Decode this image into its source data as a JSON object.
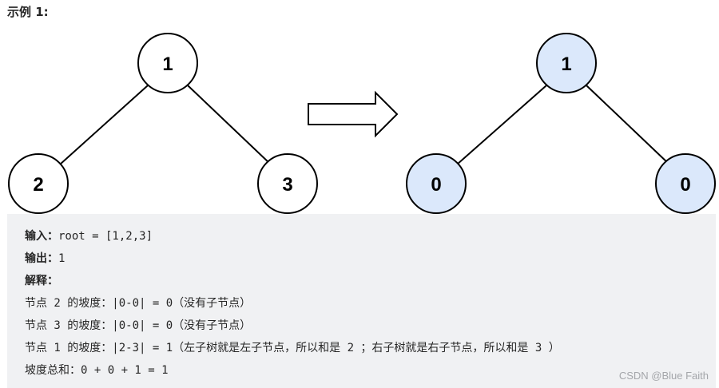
{
  "example_title": "示例 1:",
  "tree_before": {
    "root": "1",
    "left": "2",
    "right": "3"
  },
  "tree_after": {
    "root": "1",
    "left": "0",
    "right": "0"
  },
  "colors": {
    "node_after_fill": "#dbe8fb",
    "code_background": "#f0f1f3"
  },
  "code": {
    "input_label": "输入：",
    "input_value": "root = [1,2,3]",
    "output_label": "输出：",
    "output_value": "1",
    "explanation_label": "解释：",
    "lines": [
      "节点 2 的坡度：|0-0| = 0（没有子节点）",
      "节点 3 的坡度：|0-0| = 0（没有子节点）",
      "节点 1 的坡度：|2-3| = 1（左子树就是左子节点，所以和是 2 ；右子树就是右子节点，所以和是 3 ）",
      "坡度总和：0 + 0 + 1 = 1"
    ]
  },
  "watermark": "CSDN @Blue Faith"
}
